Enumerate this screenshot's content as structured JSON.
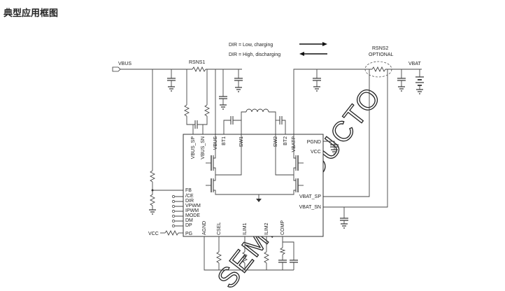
{
  "title": "典型应用框图",
  "legend": {
    "charging": "DIR = Low, charging",
    "discharging": "DIR = High, discharging"
  },
  "nets": {
    "vbus": "VBUS",
    "vbat": "VBAT",
    "vcc": "VCC"
  },
  "resistors": {
    "rsns1": "RSNS1",
    "rsns2_line1": "RSNS2",
    "rsns2_line2": "OPTIONAL"
  },
  "pins": {
    "top": [
      "VBUS_SP",
      "VBUS_SN",
      "VBUS",
      "BT1",
      "SW1",
      "SW2",
      "BT2",
      "VBATP"
    ],
    "left": [
      "FB",
      "/CE",
      "DIR",
      "VPWM",
      "IPWM",
      "MODE",
      "DM",
      "DP",
      "PG"
    ],
    "right": [
      "PGND",
      "VCC",
      "VBAT_SP",
      "VBAT_SN"
    ],
    "bottom": [
      "AGND",
      "CSEL",
      "ILIM1",
      "ILIM2",
      "COMP"
    ]
  },
  "watermark": "SEMICONDUCTO"
}
